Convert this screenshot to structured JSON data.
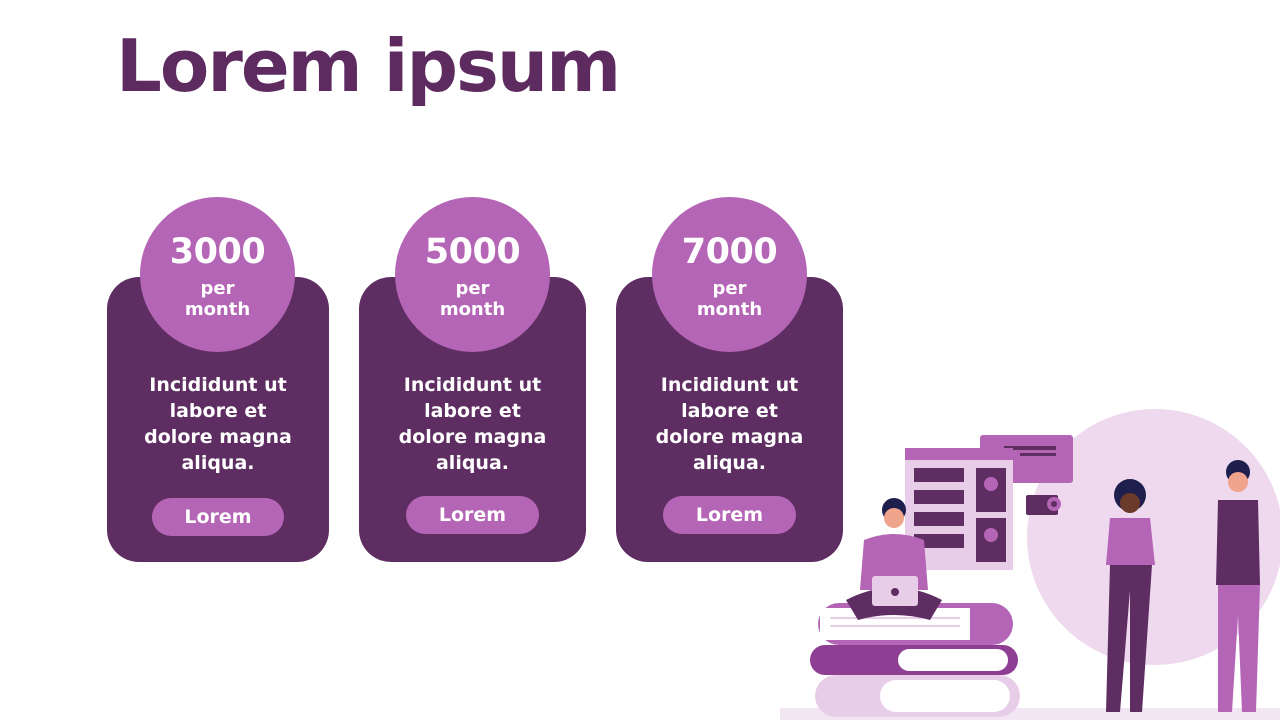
{
  "title": "Lorem ipsum",
  "cards": [
    {
      "amount": "3000",
      "unit": "per month",
      "description": "Incididunt ut labore et dolore magna aliqua.",
      "button": "Lorem"
    },
    {
      "amount": "5000",
      "unit": "per month",
      "description": "Incididunt ut labore et dolore magna aliqua.",
      "button": "Lorem"
    },
    {
      "amount": "7000",
      "unit": "per month",
      "description": "Incididunt ut labore et dolore magna aliqua.",
      "button": "Lorem"
    }
  ],
  "colors": {
    "title": "#5e2b61",
    "card": "#5e2d61",
    "accent": "#b565b6",
    "light_accent": "#e8cde9",
    "background": "#ffffff"
  },
  "illustration": {
    "icons": [
      "books-icon",
      "laptop-icon",
      "person-icon",
      "chat-panel-icon",
      "gear-icon"
    ]
  }
}
